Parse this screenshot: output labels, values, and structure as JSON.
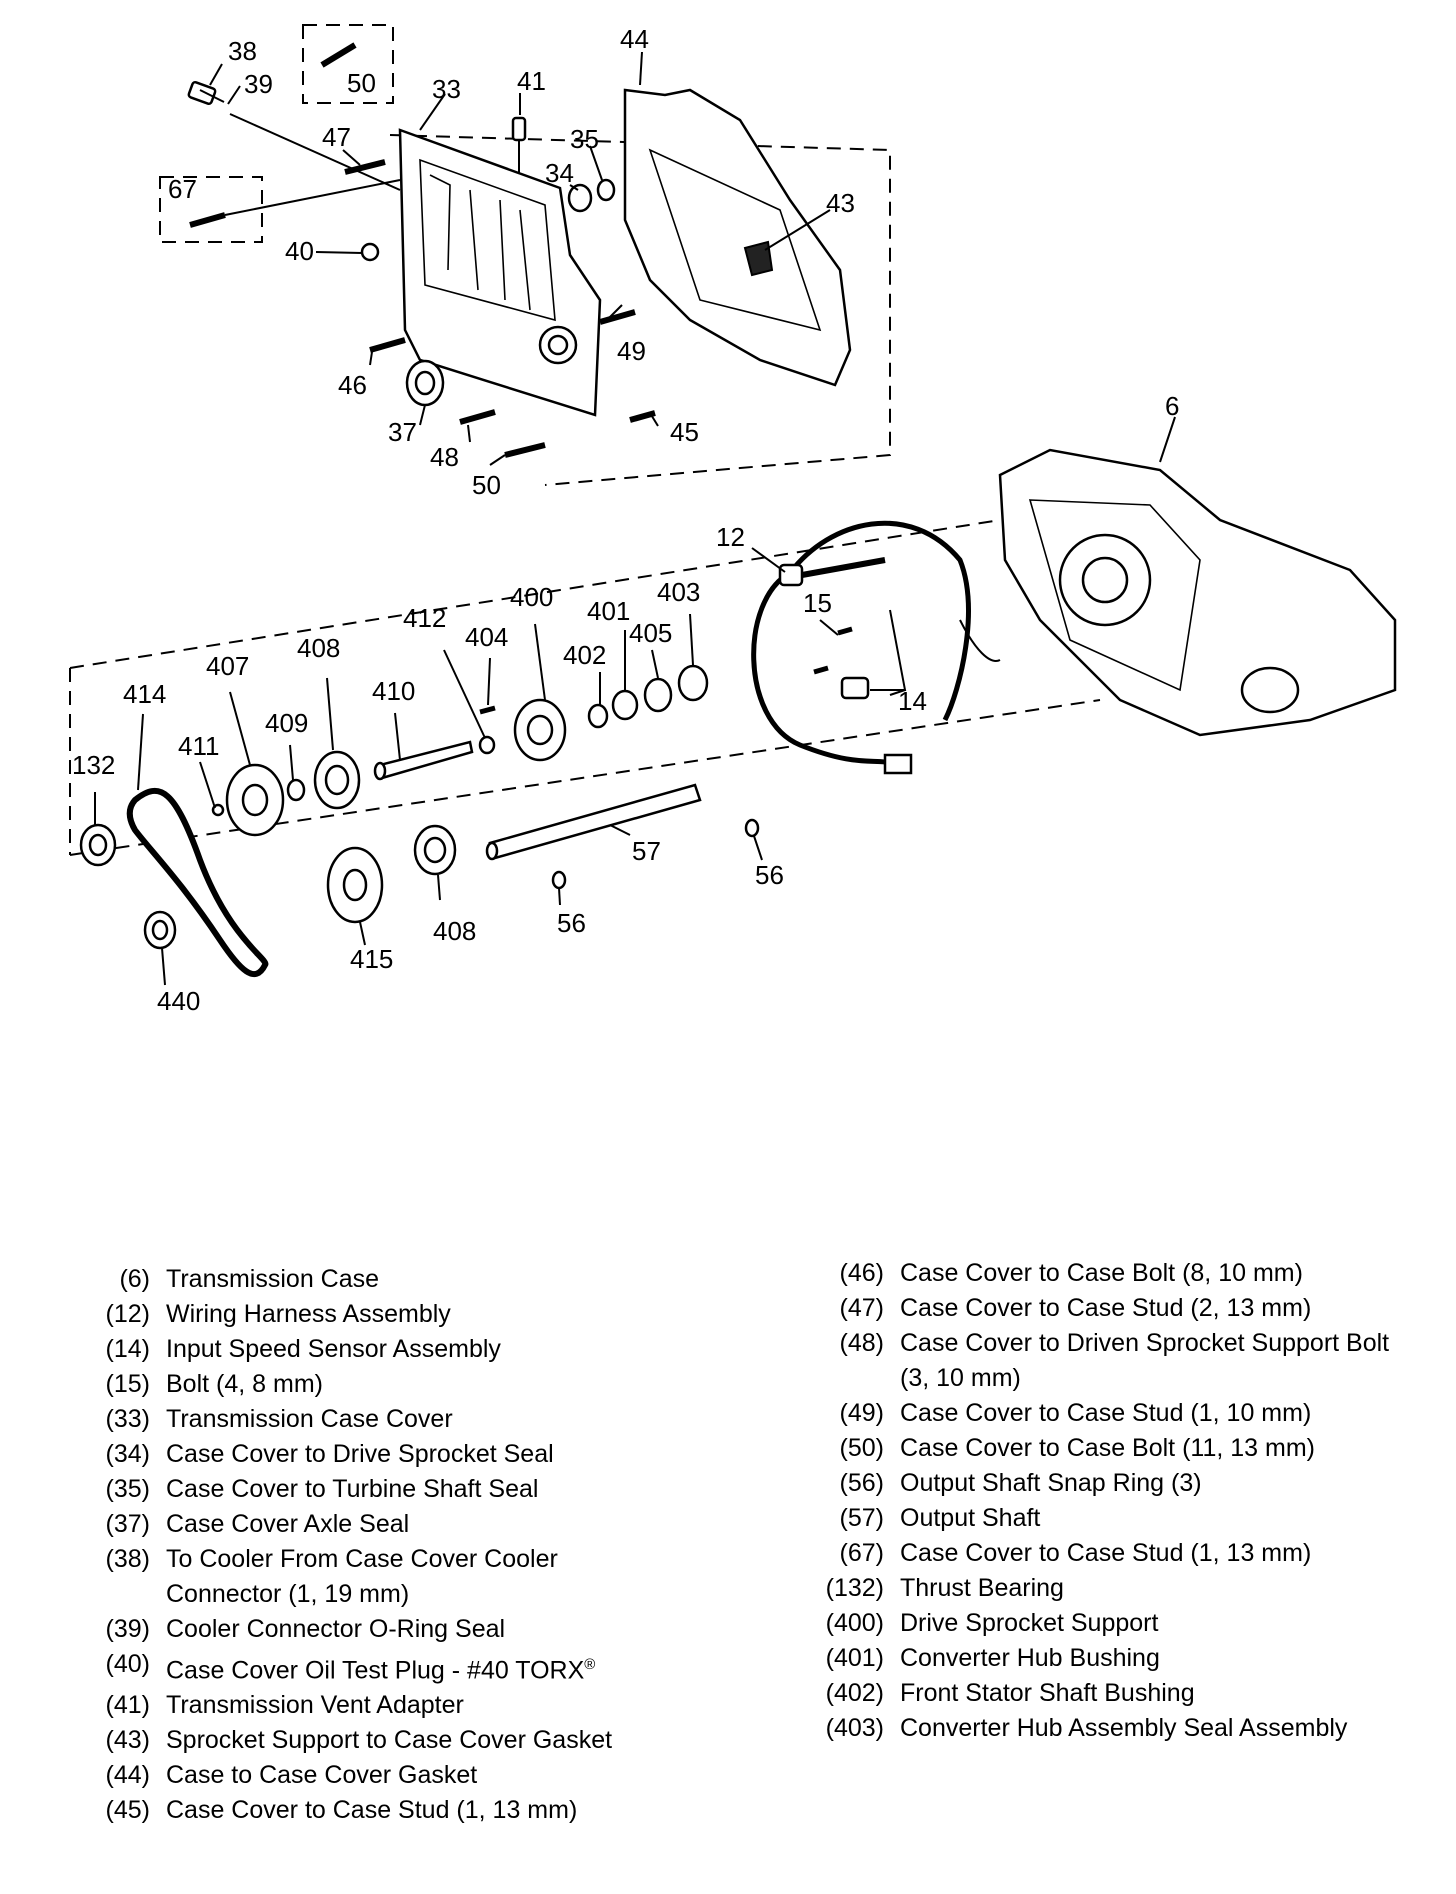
{
  "callouts": [
    {
      "id": "c38",
      "label": "38"
    },
    {
      "id": "c39",
      "label": "39"
    },
    {
      "id": "c50a",
      "label": "50"
    },
    {
      "id": "c33",
      "label": "33"
    },
    {
      "id": "c41",
      "label": "41"
    },
    {
      "id": "c44",
      "label": "44"
    },
    {
      "id": "c47",
      "label": "47"
    },
    {
      "id": "c35",
      "label": "35"
    },
    {
      "id": "c67",
      "label": "67"
    },
    {
      "id": "c34",
      "label": "34"
    },
    {
      "id": "c43",
      "label": "43"
    },
    {
      "id": "c40",
      "label": "40"
    },
    {
      "id": "c49",
      "label": "49"
    },
    {
      "id": "c46",
      "label": "46"
    },
    {
      "id": "c37",
      "label": "37"
    },
    {
      "id": "c48",
      "label": "48"
    },
    {
      "id": "c45",
      "label": "45"
    },
    {
      "id": "c50b",
      "label": "50"
    },
    {
      "id": "c6",
      "label": "6"
    },
    {
      "id": "c12",
      "label": "12"
    },
    {
      "id": "c15",
      "label": "15"
    },
    {
      "id": "c400",
      "label": "400"
    },
    {
      "id": "c403",
      "label": "403"
    },
    {
      "id": "c412",
      "label": "412"
    },
    {
      "id": "c401",
      "label": "401"
    },
    {
      "id": "c405",
      "label": "405"
    },
    {
      "id": "c404",
      "label": "404"
    },
    {
      "id": "c402",
      "label": "402"
    },
    {
      "id": "c408a",
      "label": "408"
    },
    {
      "id": "c407",
      "label": "407"
    },
    {
      "id": "c410",
      "label": "410"
    },
    {
      "id": "c414",
      "label": "414"
    },
    {
      "id": "c409",
      "label": "409"
    },
    {
      "id": "c411",
      "label": "411"
    },
    {
      "id": "c132",
      "label": "132"
    },
    {
      "id": "c14",
      "label": "14"
    },
    {
      "id": "c57",
      "label": "57"
    },
    {
      "id": "c56a",
      "label": "56"
    },
    {
      "id": "c56b",
      "label": "56"
    },
    {
      "id": "c408b",
      "label": "408"
    },
    {
      "id": "c415",
      "label": "415"
    },
    {
      "id": "c440",
      "label": "440"
    }
  ],
  "legend_left": [
    {
      "num": "(6)",
      "text": "Transmission Case"
    },
    {
      "num": "(12)",
      "text": "Wiring Harness Assembly"
    },
    {
      "num": "(14)",
      "text": "Input Speed Sensor Assembly"
    },
    {
      "num": "(15)",
      "text": "Bolt (4, 8 mm)"
    },
    {
      "num": "(33)",
      "text": "Transmission Case Cover"
    },
    {
      "num": "(34)",
      "text": "Case Cover to Drive Sprocket Seal"
    },
    {
      "num": "(35)",
      "text": "Case Cover to Turbine Shaft Seal"
    },
    {
      "num": "(37)",
      "text": "Case Cover Axle Seal"
    },
    {
      "num": "(38)",
      "text": "To Cooler From Case Cover Cooler Connector (1, 19 mm)"
    },
    {
      "num": "(39)",
      "text": "Cooler Connector O-Ring Seal"
    },
    {
      "num": "(40)",
      "text": "Case Cover Oil Test Plug - #40 TORX",
      "sup": "®"
    },
    {
      "num": "(41)",
      "text": "Transmission Vent Adapter"
    },
    {
      "num": "(43)",
      "text": "Sprocket Support to Case Cover Gasket"
    },
    {
      "num": "(44)",
      "text": "Case to Case Cover Gasket"
    },
    {
      "num": "(45)",
      "text": "Case Cover to Case Stud (1, 13 mm)"
    }
  ],
  "legend_right": [
    {
      "num": "(46)",
      "text": "Case Cover to Case Bolt (8, 10 mm)"
    },
    {
      "num": "(47)",
      "text": "Case Cover to Case Stud (2, 13 mm)"
    },
    {
      "num": "(48)",
      "text": "Case Cover to Driven Sprocket Support Bolt (3, 10 mm)"
    },
    {
      "num": "(49)",
      "text": "Case Cover to Case Stud (1, 10 mm)"
    },
    {
      "num": "(50)",
      "text": "Case Cover to Case Bolt (11, 13 mm)"
    },
    {
      "num": "(56)",
      "text": "Output Shaft Snap Ring (3)"
    },
    {
      "num": "(57)",
      "text": "Output Shaft"
    },
    {
      "num": "(67)",
      "text": "Case Cover to Case Stud (1, 13 mm)"
    },
    {
      "num": "(132)",
      "text": "Thrust Bearing"
    },
    {
      "num": "(400)",
      "text": "Drive Sprocket Support"
    },
    {
      "num": "(401)",
      "text": "Converter Hub Bushing"
    },
    {
      "num": "(402)",
      "text": "Front Stator Shaft Bushing"
    },
    {
      "num": "(403)",
      "text": "Converter Hub Assembly Seal Assembly"
    }
  ]
}
